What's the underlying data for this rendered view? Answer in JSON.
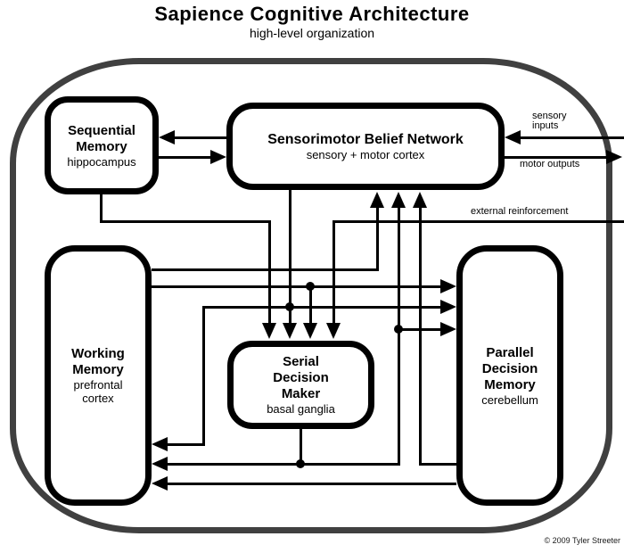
{
  "header": {
    "title": "Sapience Cognitive Architecture",
    "subtitle": "high-level organization"
  },
  "nodes": {
    "sequential_memory": {
      "title": "Sequential\nMemory",
      "subtitle": "hippocampus"
    },
    "sensorimotor_belief_network": {
      "title": "Sensorimotor Belief Network",
      "subtitle": "sensory + motor cortex"
    },
    "working_memory": {
      "title": "Working\nMemory",
      "subtitle": "prefrontal\ncortex"
    },
    "serial_decision_maker": {
      "title": "Serial\nDecision\nMaker",
      "subtitle": "basal ganglia"
    },
    "parallel_decision_memory": {
      "title": "Parallel\nDecision\nMemory",
      "subtitle": "cerebellum"
    }
  },
  "io_labels": {
    "sensory_inputs": "sensory\ninputs",
    "motor_outputs": "motor outputs",
    "external_reinforcement": "external reinforcement"
  },
  "edges": [
    {
      "from": "sensorimotor_belief_network",
      "to": "sequential_memory"
    },
    {
      "from": "sequential_memory",
      "to": "sensorimotor_belief_network"
    },
    {
      "from": "environment",
      "to": "sensorimotor_belief_network",
      "label": "sensory inputs"
    },
    {
      "from": "sensorimotor_belief_network",
      "to": "environment",
      "label": "motor outputs"
    },
    {
      "from": "environment",
      "to": "serial_decision_maker",
      "label": "external reinforcement"
    },
    {
      "from": "sequential_memory",
      "to": "serial_decision_maker"
    },
    {
      "from": "sensorimotor_belief_network",
      "to": "serial_decision_maker"
    },
    {
      "from": "sensorimotor_belief_network",
      "to": "parallel_decision_memory"
    },
    {
      "from": "sensorimotor_belief_network",
      "to": "working_memory"
    },
    {
      "from": "working_memory",
      "to": "sensorimotor_belief_network"
    },
    {
      "from": "working_memory",
      "to": "serial_decision_maker"
    },
    {
      "from": "working_memory",
      "to": "parallel_decision_memory"
    },
    {
      "from": "serial_decision_maker",
      "to": "working_memory"
    },
    {
      "from": "serial_decision_maker",
      "to": "parallel_decision_memory"
    },
    {
      "from": "serial_decision_maker",
      "to": "sensorimotor_belief_network"
    },
    {
      "from": "parallel_decision_memory",
      "to": "sensorimotor_belief_network"
    },
    {
      "from": "parallel_decision_memory",
      "to": "working_memory"
    }
  ],
  "footer": {
    "copyright": "© 2009 Tyler Streeter"
  },
  "colors": {
    "line": "#000000",
    "boundary": "#404040",
    "background": "#ffffff"
  }
}
